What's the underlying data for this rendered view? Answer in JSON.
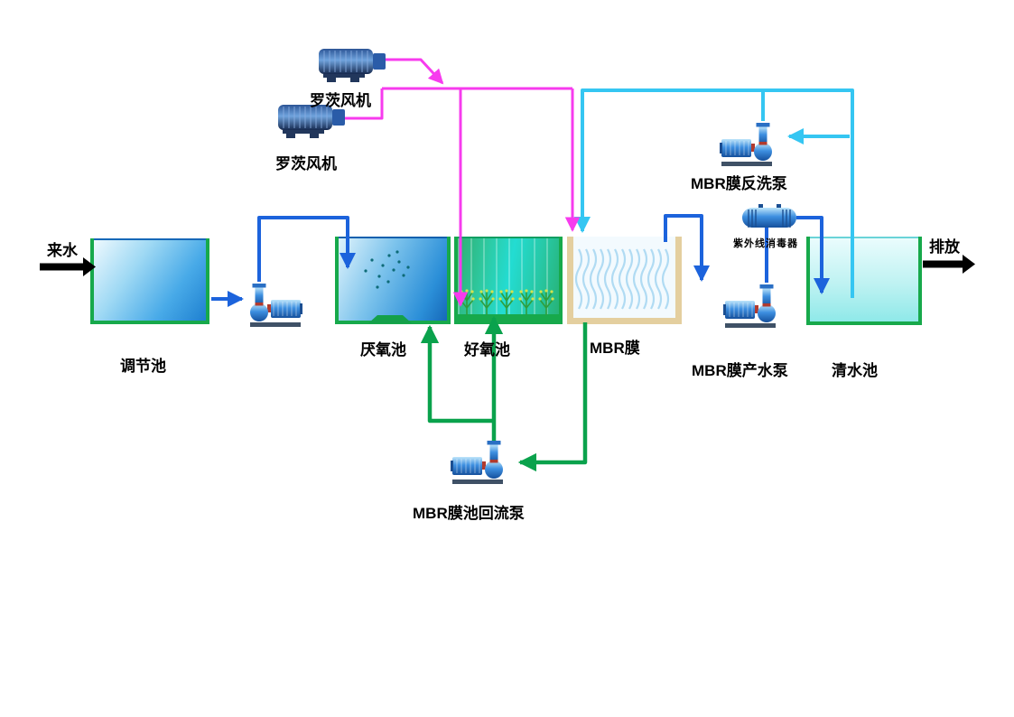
{
  "diagram": {
    "type": "process-flow",
    "labels": {
      "incoming": "来水",
      "regulating_tank": "调节池",
      "anaerobic_tank": "厌氧池",
      "aerobic_tank": "好氧池",
      "mbr_membrane": "MBR膜",
      "mbr_product_pump": "MBR膜产水泵",
      "clear_water_tank": "清水池",
      "discharge": "排放",
      "mbr_backwash_pump": "MBR膜反洗泵",
      "uv_disinfector": "紫外线消毒器",
      "roots_blower_1": "罗茨风机",
      "roots_blower_2": "罗茨风机",
      "mbr_recirc_pump": "MBR膜池回流泵"
    }
  },
  "colors": {
    "pipe-blue": "#1c63dc",
    "pipe-cyan": "#35c6f2",
    "pipe-magenta": "#f73bee",
    "pipe-green": "#0aa24c",
    "tank-green": "#17a94b",
    "mbr-tan": "#e4cf9f",
    "arrow-black": "#000000"
  }
}
